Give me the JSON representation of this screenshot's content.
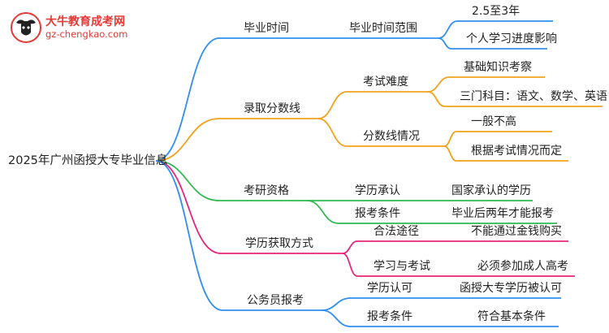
{
  "logo": {
    "title": "大牛教育成考网",
    "url": "gz-chengkao.com",
    "colors": {
      "brand": "#e53935"
    }
  },
  "mindmap": {
    "root": "2025年广州函授大专毕业信息",
    "branches": [
      {
        "label": "毕业时间",
        "color": "#2f8ff0",
        "children": [
          {
            "label": "毕业时间范围",
            "children": [
              "2.5至3年",
              "个人学习进度影响"
            ]
          }
        ]
      },
      {
        "label": "录取分数线",
        "color": "#f0a21a",
        "children": [
          {
            "label": "考试难度",
            "children": [
              "基础知识考察",
              "三门科目：语文、数学、英语"
            ]
          },
          {
            "label": "分数线情况",
            "children": [
              "一般不高",
              "根据考试情况而定"
            ]
          }
        ]
      },
      {
        "label": "考研资格",
        "color": "#2fb84f",
        "children": [
          {
            "label": "学历承认",
            "children": [
              "国家承认的学历"
            ]
          },
          {
            "label": "报考条件",
            "children": [
              "毕业后两年才能报考"
            ]
          }
        ]
      },
      {
        "label": "学历获取方式",
        "color": "#e8247a",
        "children": [
          {
            "label": "合法途径",
            "children": [
              "不能通过金钱购买"
            ]
          },
          {
            "label": "学习与考试",
            "children": [
              "必须参加成人高考"
            ]
          }
        ]
      },
      {
        "label": "公务员报考",
        "color": "#2f8ff0",
        "children": [
          {
            "label": "学历认可",
            "children": [
              "函授大专学历被认可"
            ]
          },
          {
            "label": "报考条件",
            "children": [
              "符合基本条件"
            ]
          }
        ]
      }
    ]
  }
}
